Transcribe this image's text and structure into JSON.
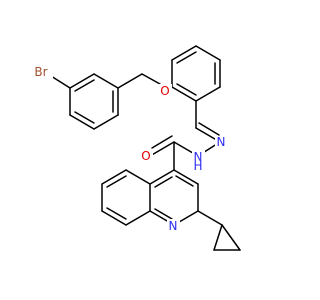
{
  "atoms": {
    "bromine": "Br",
    "ether_oxygen": "O",
    "carbonyl_oxygen": "O",
    "imine_nitrogen": "N",
    "amide_nitrogen": "N",
    "amide_hydrogen": "H",
    "quinoline_nitrogen": "N"
  },
  "colors": {
    "bond": "#000000",
    "oxygen": "#e60000",
    "nitrogen": "#2e2ef0",
    "bromine": "#a0522d",
    "background": "#ffffff"
  }
}
